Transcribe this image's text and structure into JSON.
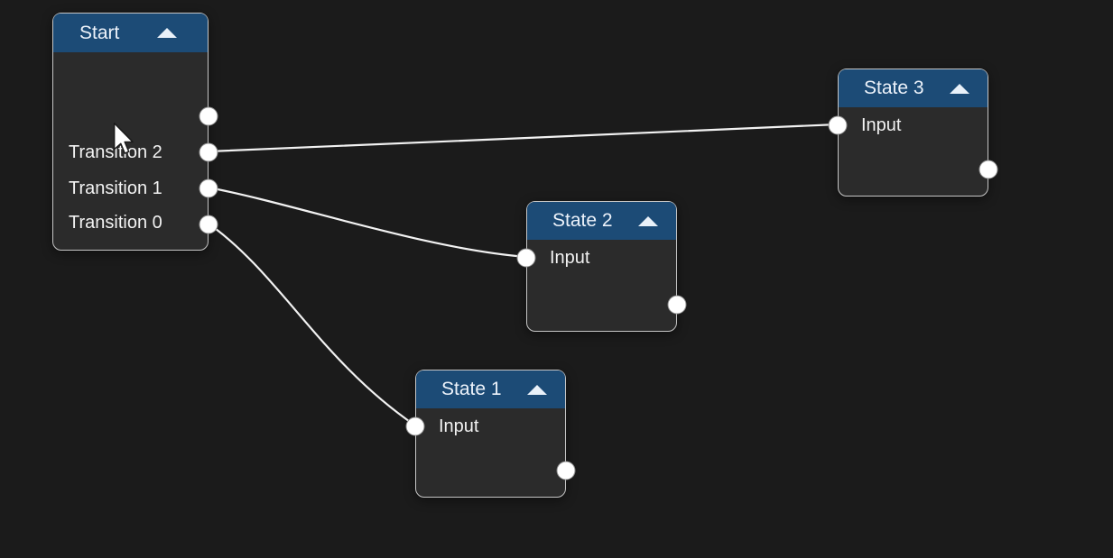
{
  "app": {
    "name": "state-machine-node-editor"
  },
  "colors": {
    "background": "#1b1b1b",
    "node_body": "#2b2b2b",
    "node_header": "#1c4b76",
    "node_border": "#c6c6c6",
    "title_text": "#ecf2fa",
    "label_text": "#f2f2f2",
    "wire": "#f2f2f2",
    "port_fill": "#ffffff",
    "chevron": "#e9f1f9"
  },
  "icons": {
    "collapse": "chevron-up-icon",
    "cursor": "arrow-cursor-icon",
    "port": "connection-port-circle"
  },
  "nodes": {
    "start": {
      "title": "Start",
      "outputs": {
        "t2": "Transition 2",
        "t1": "Transition 1",
        "t0": "Transition 0"
      }
    },
    "state3": {
      "title": "State 3",
      "input": "Input"
    },
    "state2": {
      "title": "State 2",
      "input": "Input"
    },
    "state1": {
      "title": "State 1",
      "input": "Input"
    }
  },
  "connections": [
    {
      "from": "Start / Transition 2",
      "to": "State 3 / Input"
    },
    {
      "from": "Start / Transition 1",
      "to": "State 2 / Input"
    },
    {
      "from": "Start / Transition 0",
      "to": "State 1 / Input"
    }
  ]
}
